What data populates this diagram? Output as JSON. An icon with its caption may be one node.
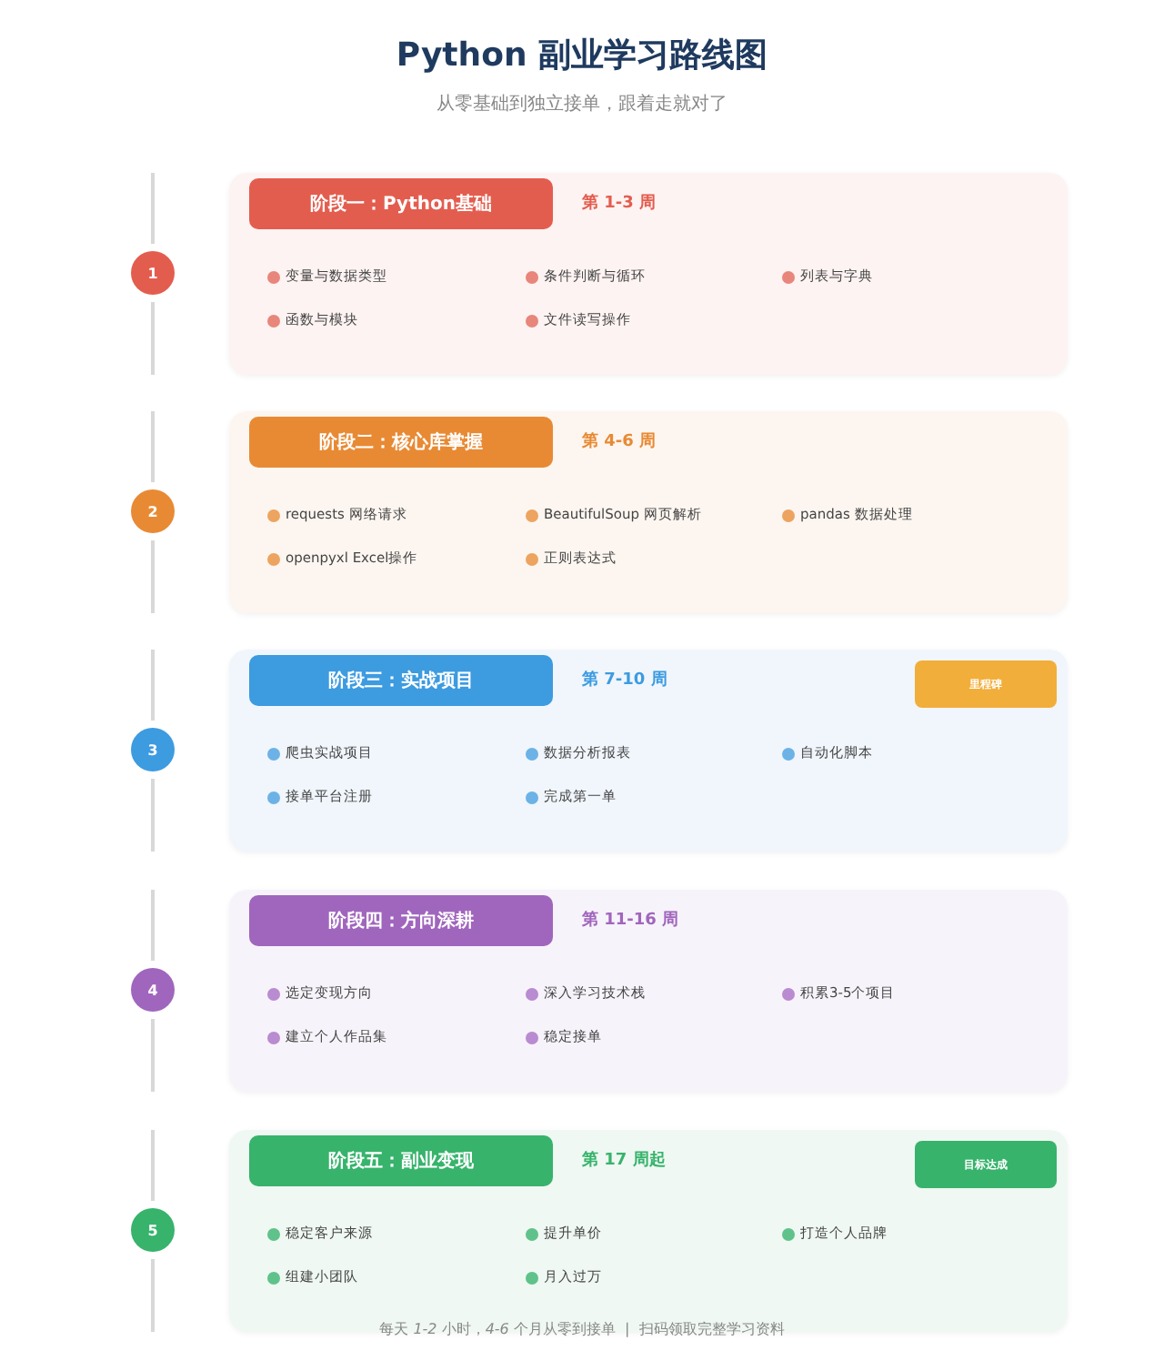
{
  "diagram": {
    "title": "Python 副业学习路线图",
    "caption": "从零基础到独立接单，跟着走就对了",
    "nodes": [
      {
        "text": [
          "1"
        ]
      },
      {
        "text": [
          "第 1-3 周",
          "变量与数据类型",
          "条件判断与循环",
          "列表与字典",
          "函数与模块",
          "文件读写操作"
        ]
      },
      {
        "text": [
          "阶段一：Python基础"
        ],
        "in": 1
      },
      {
        "text": [
          "2"
        ]
      },
      {
        "text": [
          "第 4-6 周",
          "requests 网络请求",
          "BeautifulSoup 网页解析",
          "pandas 数据处理",
          "openpyxl Excel操作",
          "正则表达式"
        ]
      },
      {
        "text": [
          "阶段二：核心库掌握"
        ],
        "in": 4
      },
      {
        "text": [
          "3"
        ]
      },
      {
        "text": [
          "第 7-10 周",
          "爬虫实战项目",
          "数据分析报表",
          "自动化脚本",
          "接单平台注册",
          "完成第一单"
        ]
      },
      {
        "text": [
          "阶段三：实战项目"
        ],
        "in": 7
      },
      {
        "text": [
          "里程碑"
        ],
        "in": 7
      },
      {
        "text": [
          "4"
        ]
      },
      {
        "text": [
          "第 11-16 周",
          "选定变现方向",
          "深入学习技术栈",
          "积累3-5个项目",
          "建立个人作品集",
          "稳定接单"
        ]
      },
      {
        "text": [
          "阶段四：方向深耕"
        ],
        "in": 11
      },
      {
        "text": [
          "5"
        ]
      },
      {
        "text": [
          "第 17 周起",
          "稳定客户来源",
          "提升单价",
          "打造个人品牌",
          "组建小团队",
          "月入过万"
        ]
      },
      {
        "text": [
          "阶段五：副业变现"
        ],
        "in": 14
      },
      {
        "text": [
          "目标达成"
        ],
        "in": 14
      }
    ],
    "labels": [
      "每天 *1-2* 小时，*4-6* 个月从零到接单  |  扫码领取完整学习资料"
    ]
  }
}
